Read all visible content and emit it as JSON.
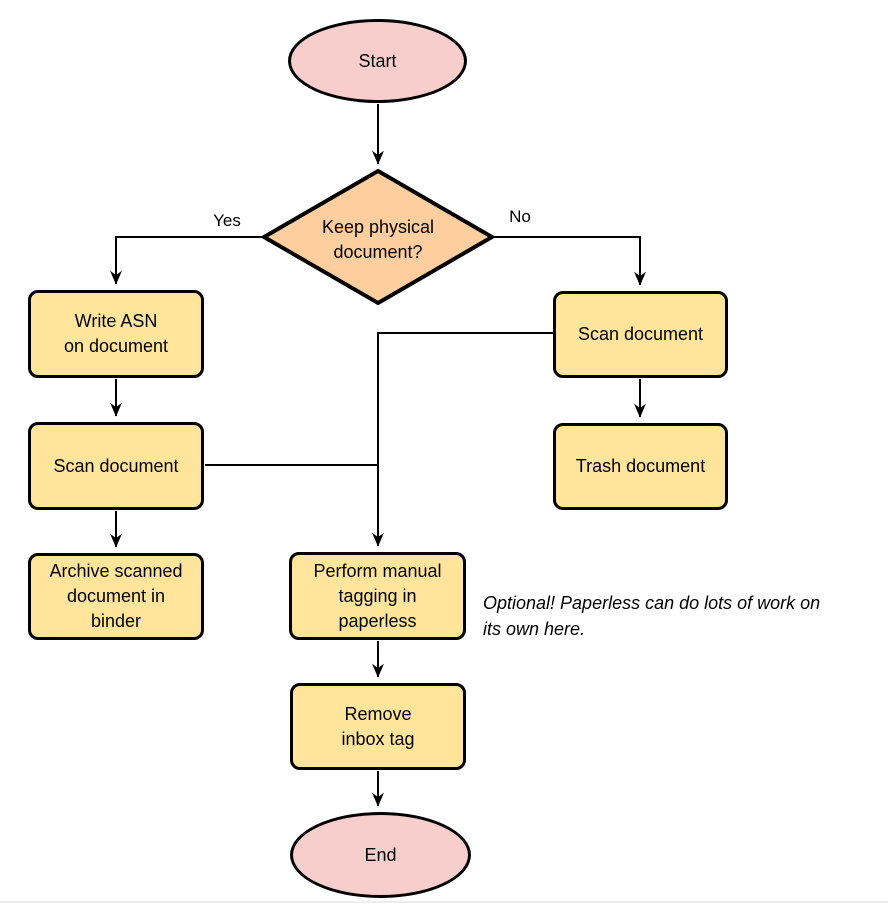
{
  "diagram": {
    "nodes": {
      "start": {
        "type": "terminator",
        "label": "Start",
        "lines": [
          "Start"
        ]
      },
      "decision": {
        "type": "decision",
        "label": "Keep physical document?",
        "lines": [
          "Keep physical",
          "document?"
        ]
      },
      "write_asn": {
        "type": "process",
        "label": "Write ASN on document",
        "lines": [
          "Write ASN",
          "on document"
        ]
      },
      "scan_left": {
        "type": "process",
        "label": "Scan document",
        "lines": [
          "Scan document"
        ]
      },
      "archive": {
        "type": "process",
        "label": "Archive scanned document in binder",
        "lines": [
          "Archive scanned",
          "document in",
          "binder"
        ]
      },
      "scan_right": {
        "type": "process",
        "label": "Scan document",
        "lines": [
          "Scan document"
        ]
      },
      "trash": {
        "type": "process",
        "label": "Trash document",
        "lines": [
          "Trash document"
        ]
      },
      "tagging": {
        "type": "process",
        "label": "Perform manual tagging in paperless",
        "lines": [
          "Perform manual",
          "tagging in",
          "paperless"
        ]
      },
      "remove_inbox": {
        "type": "process",
        "label": "Remove inbox tag",
        "lines": [
          "Remove",
          "inbox tag"
        ]
      },
      "end": {
        "type": "terminator",
        "label": "End",
        "lines": [
          "End"
        ]
      }
    },
    "edge_labels": {
      "yes": "Yes",
      "no": "No"
    },
    "annotation": {
      "full": "Optional! Paperless can do lots of work on its own here.",
      "lines": [
        "Optional! Paperless can do lots of work on",
        "its own here."
      ]
    },
    "colors": {
      "terminator_fill": "#f8cecc",
      "decision_fill": "#ffce9e",
      "process_fill": "#ffe59c",
      "stroke": "#000000",
      "background": "#ffffff"
    }
  }
}
